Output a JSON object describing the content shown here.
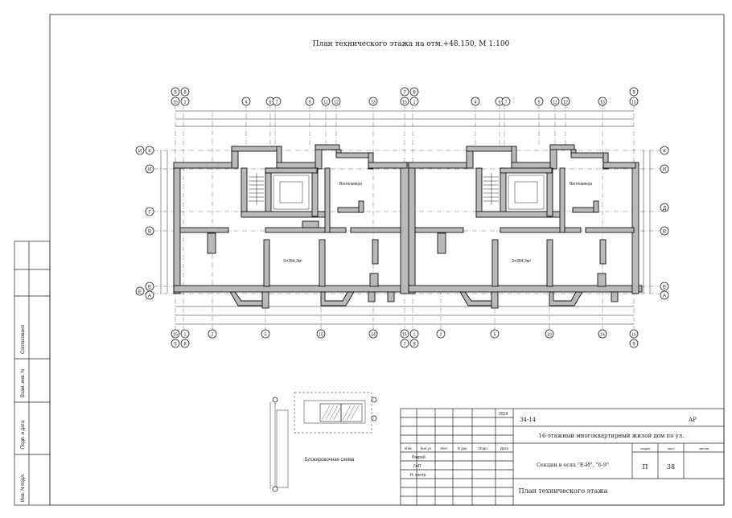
{
  "drawing": {
    "title": "План технического этажа на отм.+48.150,    М 1:100",
    "rooms": {
      "vent_left": "Венткамера",
      "vent_right": "Венткамера",
      "area_left": "S=284,3м²",
      "area_right": "S=284,3м²"
    },
    "axes": {
      "top_left": [
        "5",
        "6"
      ],
      "top_mid": [
        "7",
        "8"
      ],
      "top_right": [
        "9"
      ],
      "top_left_sub": [
        "15",
        "1"
      ],
      "top_mid_sub": [
        "15",
        "1"
      ],
      "top_right_sub": [
        "15"
      ],
      "top_numbers_left": [
        "4",
        "6",
        "7",
        "9",
        "11",
        "12",
        "13"
      ],
      "top_numbers_right": [
        "4",
        "6",
        "7",
        "9",
        "11",
        "12",
        "13"
      ],
      "bottom_numbers_left": [
        "2",
        "5",
        "10",
        "14"
      ],
      "bottom_numbers_right": [
        "2",
        "5",
        "10",
        "14"
      ],
      "bottom_left_sub": [
        "15",
        "1"
      ],
      "bottom_mid_sub": [
        "15",
        "1"
      ],
      "bottom_right_sub": [
        "15"
      ],
      "bottom_left": [
        "5",
        "6"
      ],
      "bottom_mid": [
        "7",
        "8"
      ],
      "bottom_right": [
        "9"
      ],
      "left_letters": [
        "И",
        "К",
        "И",
        "Г",
        "В",
        "Б",
        "Е",
        "А"
      ],
      "right_letters": [
        "К",
        "И",
        "Д",
        "В",
        "Б",
        "А"
      ]
    },
    "key_plan_label": "Блокировочная схема"
  },
  "side_stamp": {
    "agreed": "Согласовано",
    "inv_vzam": "Взам. инв. N",
    "sign_date": "Подп. и дата",
    "inv_podl": "Инв. N подл."
  },
  "title_block": {
    "year": "2014",
    "code": "34-14",
    "sheet_code": "АР",
    "project": "16-этажный многоквартирный жилой дом по ул.",
    "col_headers": [
      "Изм.",
      "Кол.уч.",
      "Лист",
      "N док.",
      "Подп.",
      "Дата"
    ],
    "roles": [
      "Разраб.",
      "ГАП",
      "Н. контр."
    ],
    "section_name": "Секции в осях \"Е-И\", \"6-9\"",
    "stage_label": "стадия",
    "sheet_label": "лист",
    "sheets_label": "листов",
    "stage": "П",
    "sheet": "38",
    "sheets": "",
    "sheet_title": "План технического этажа"
  }
}
